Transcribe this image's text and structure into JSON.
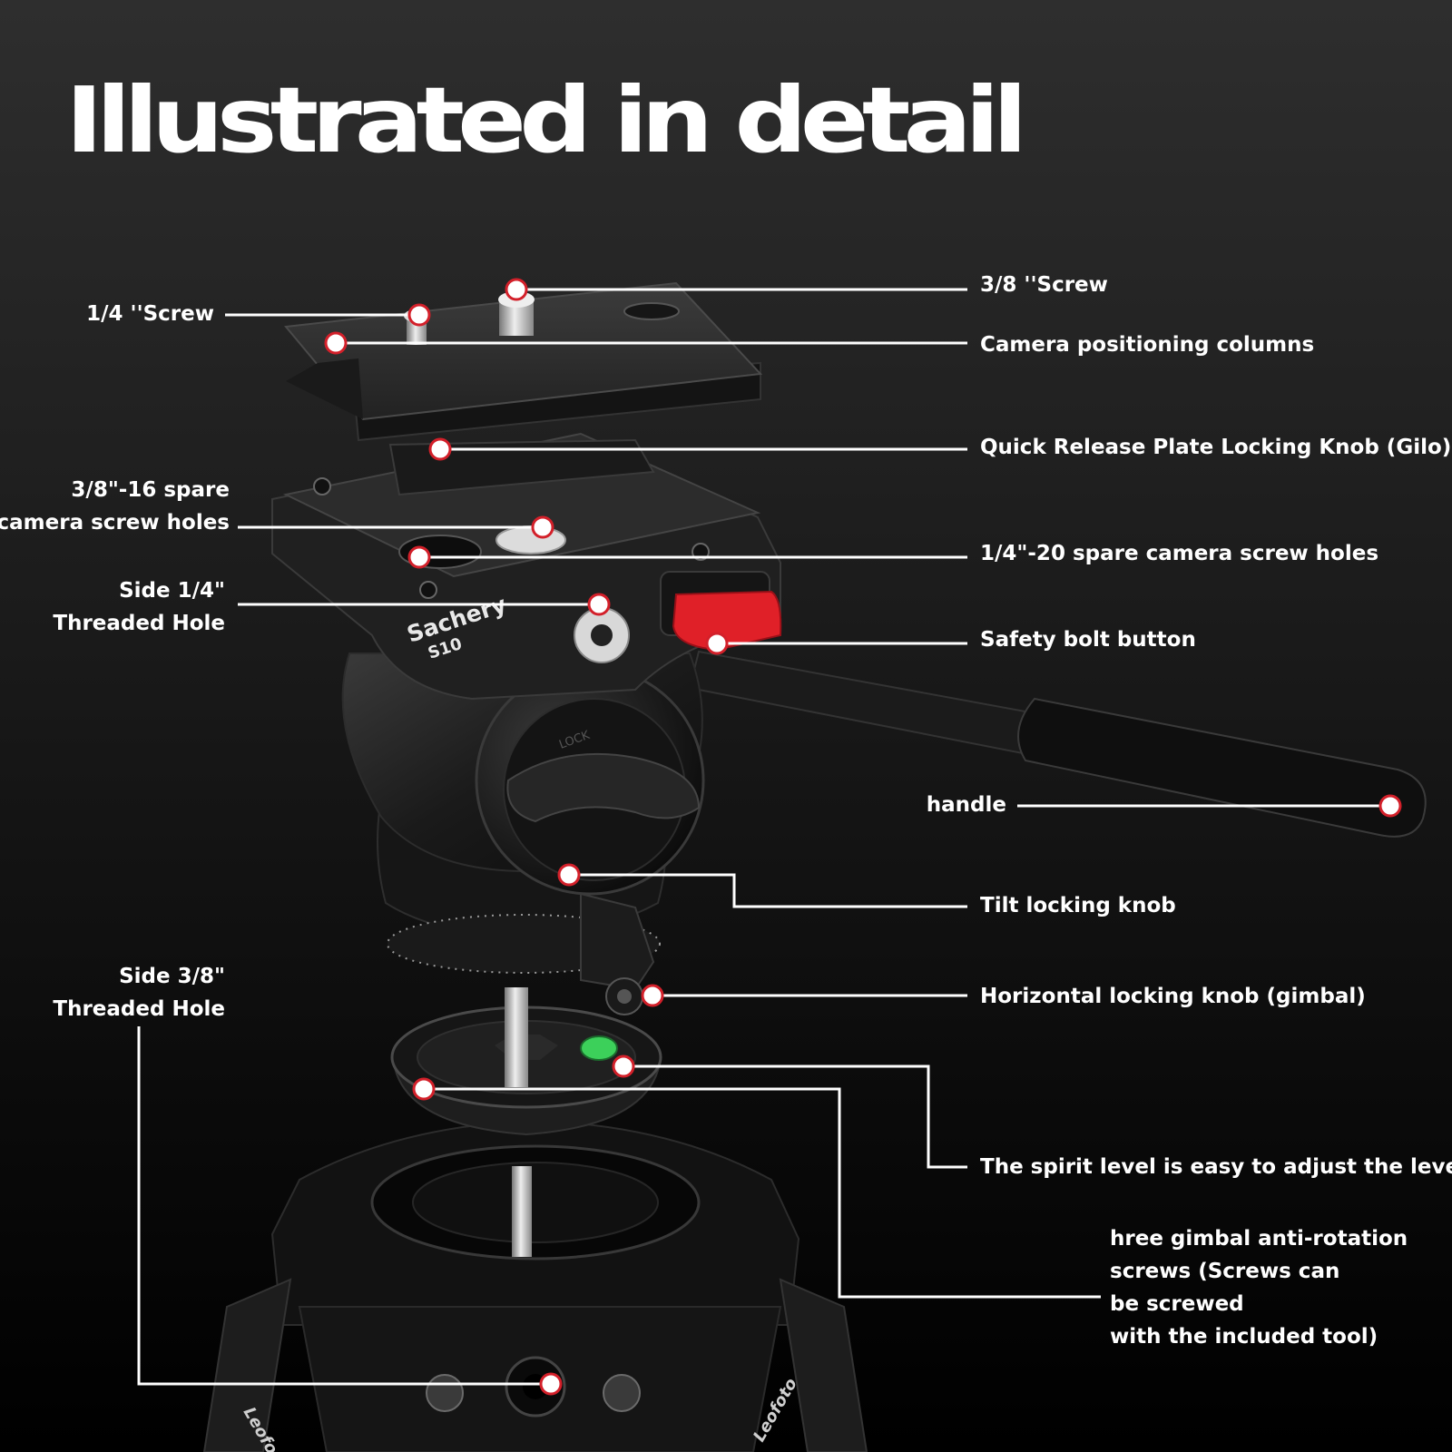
{
  "title": "Illustrated in detail",
  "head_brand": {
    "logo": "Sachery",
    "model": "S10"
  },
  "engraving": {
    "lock": "LOCK"
  },
  "leg_brand": "Leofoto",
  "colors": {
    "background": "#1c1c1c",
    "callout": "#ffffff",
    "marker": "#ffffff",
    "marker_dot": "#d3202a",
    "safety_button": "#e02028",
    "bubble": "#3cd05a"
  },
  "labels": {
    "screw_quarter": "1/4 ''Screw",
    "screw_three_eighth": "3/8 ''Screw",
    "positioning_columns": "Camera positioning columns",
    "plate_knob": "Quick Release Plate Locking Knob (Gilo)",
    "spare_holes_38": [
      "3/8\"-16 spare",
      "camera screw holes"
    ],
    "spare_holes_14": "1/4\"-20 spare camera screw holes",
    "side_quarter": [
      "Side 1/4\"",
      "Threaded Hole"
    ],
    "safety_bolt": "Safety bolt button",
    "handle": "handle",
    "tilt_knob": "Tilt locking knob",
    "horizontal_knob": "Horizontal locking knob (gimbal)",
    "side_three_eighth": [
      "Side 3/8\"",
      "Threaded Hole"
    ],
    "spirit_level": "The spirit level is easy to adjust the level",
    "anti_rotation": [
      "hree gimbal anti-rotation",
      "screws (Screws can",
      "be screwed",
      "with the included tool)"
    ]
  }
}
